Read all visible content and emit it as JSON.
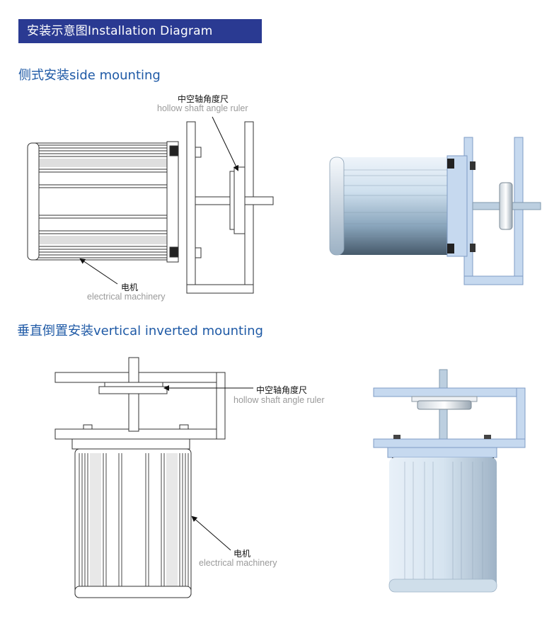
{
  "header": {
    "title": "安装示意图Installation Diagram",
    "accent_color": "#2a3a92"
  },
  "sections": [
    {
      "title": "侧式安装side mounting",
      "labels": {
        "ruler_cn": "中空轴角度尺",
        "ruler_en": "hollow shaft angle ruler",
        "motor_cn": "电机",
        "motor_en": "electrical machinery"
      }
    },
    {
      "title": "垂直倒置安装vertical inverted mounting",
      "labels": {
        "ruler_cn": "中空轴角度尺",
        "ruler_en": "hollow shaft angle ruler",
        "motor_cn": "电机",
        "motor_en": "electrical machinery"
      }
    }
  ],
  "colors": {
    "bracket_fill": "#c6d9ef",
    "bracket_stroke": "#7f9cc4",
    "title_blue": "#1f5aa6",
    "label_gray": "#9a9a9a"
  }
}
